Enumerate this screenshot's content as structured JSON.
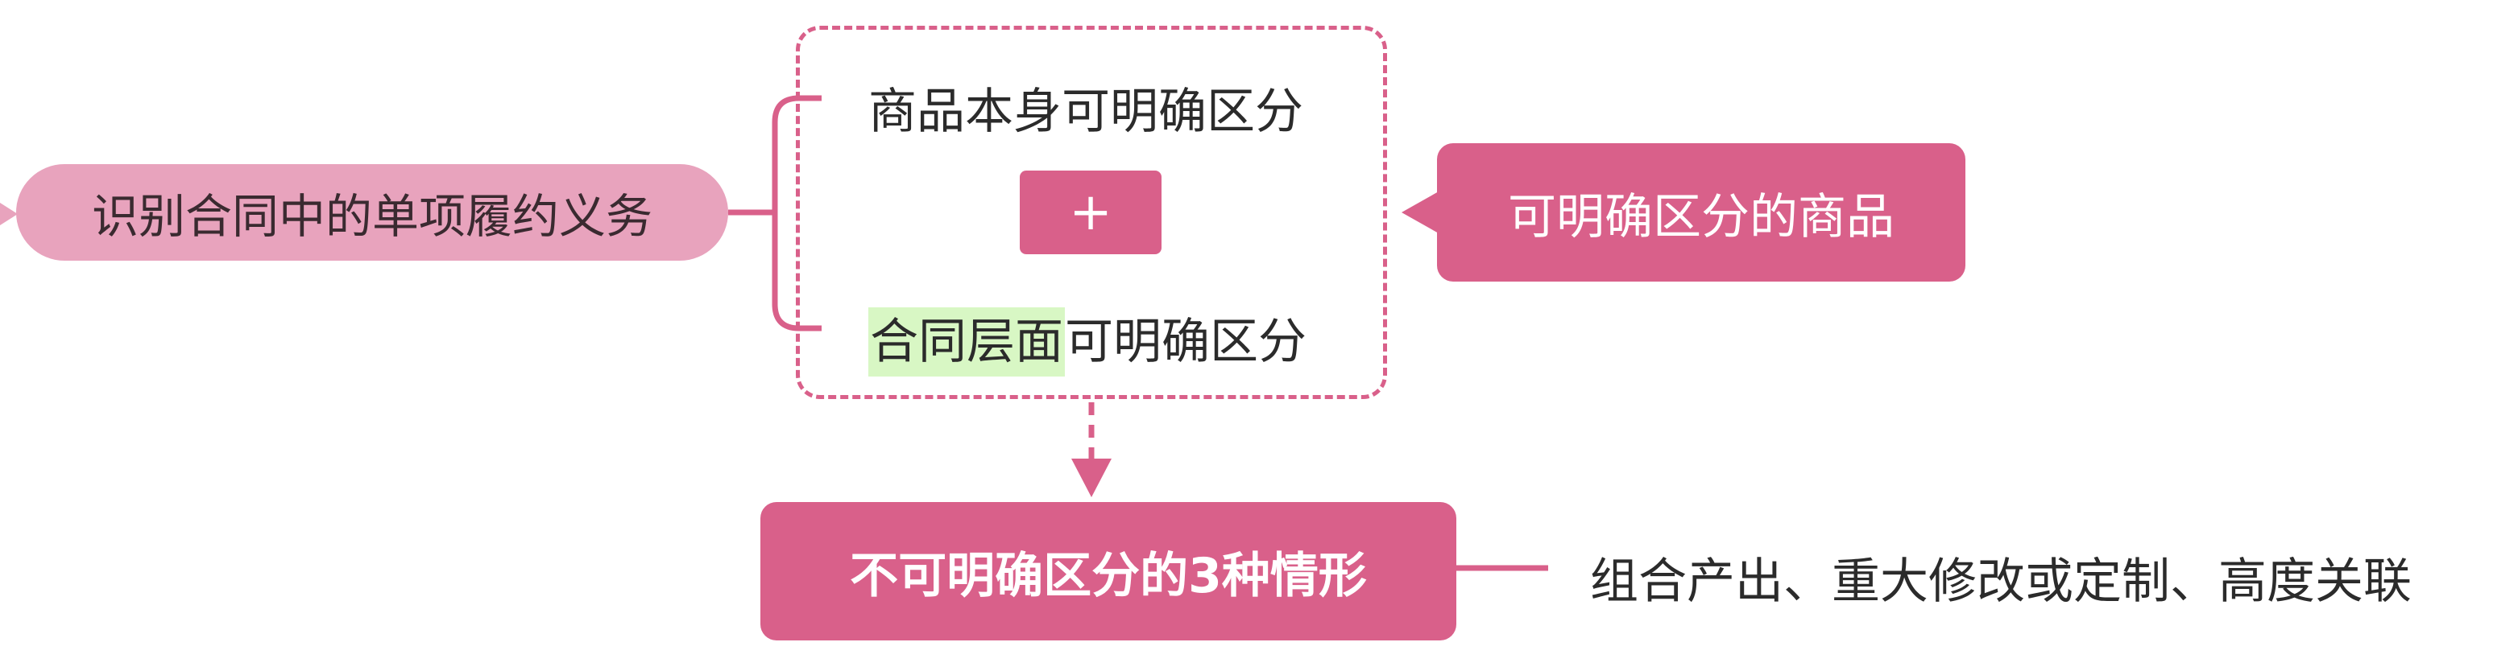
{
  "colors": {
    "accent": "#d9608a",
    "root_fill": "#e8a3bd",
    "highlight": "#d8f7c4",
    "text_dark": "#2b2b2b",
    "text_light": "#ffffff"
  },
  "root": {
    "label": "识别合同中的单项履约义务"
  },
  "group": {
    "item_top": "商品本身可明确区分",
    "plus": "+",
    "item_bottom_highlight": "合同层面",
    "item_bottom_rest": "可明确区分"
  },
  "result": {
    "label": "可明确区分的商品"
  },
  "bottom": {
    "label": "不可明确区分的3种情形",
    "detail": "组合产出、重大修改或定制、高度关联"
  }
}
